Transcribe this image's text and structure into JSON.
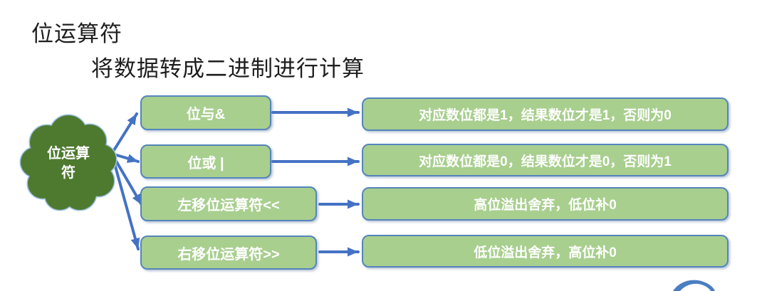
{
  "page": {
    "title": "位运算符",
    "subtitle": "将数据转成二进制进行计算"
  },
  "cloud": {
    "label_line1": "位运算",
    "label_line2": "符"
  },
  "diagram": {
    "rows": [
      {
        "operator": "位与&",
        "description": "对应数位都是1，结果数位才是1，否则为0"
      },
      {
        "operator": "位或 |",
        "description": "对应数位都是0，结果数位才是0，否则为1"
      },
      {
        "operator": "左移位运算符<<",
        "description": "高位溢出舍弃，低位补0"
      },
      {
        "operator": "右移位运算符>>",
        "description": "低位溢出舍弃，高位补0"
      }
    ]
  },
  "icons": {
    "corner_swoosh": "swoosh-icon"
  },
  "colors": {
    "box_fill": "#a8cf8e",
    "box_border": "#5585bb",
    "arrow_blue": "#4472c4",
    "cloud_fill": "#4e7a2f",
    "cloud_outline": "#9dc3e6",
    "text_on_green": "#ffffff",
    "title_text": "#1e1e1e",
    "background": "#ffffff"
  }
}
